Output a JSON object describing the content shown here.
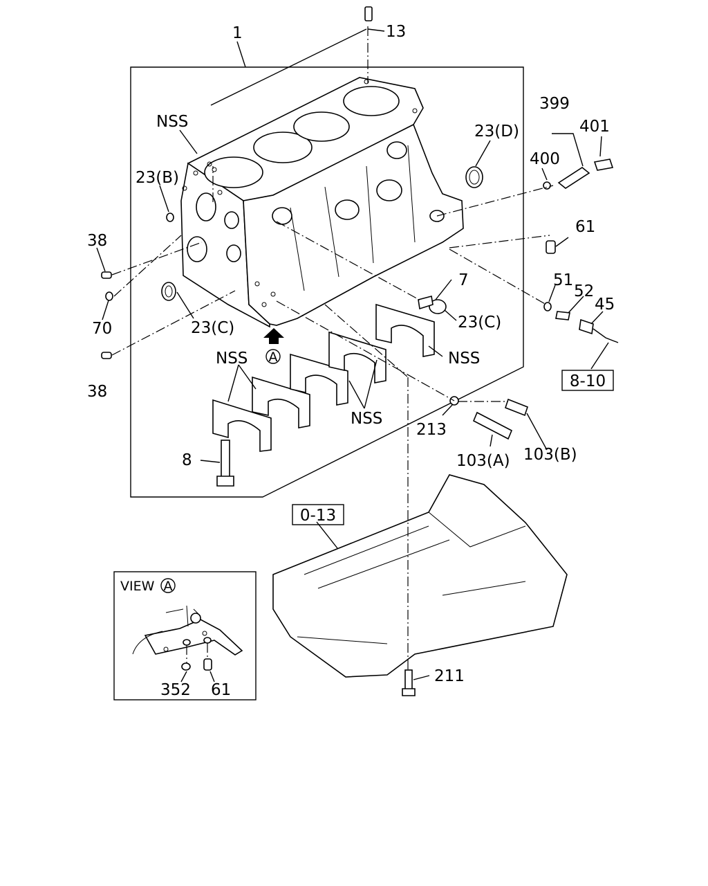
{
  "callouts": {
    "c1": "1",
    "c13": "13",
    "nss_top": "NSS",
    "c23b": "23(B)",
    "c38_top": "38",
    "c70": "70",
    "c38_bot": "38",
    "c23c_left": "23(C)",
    "c23d": "23(D)",
    "c399": "399",
    "c401": "401",
    "c400": "400",
    "c61_top": "61",
    "c7": "7",
    "c23c_right": "23(C)",
    "c51": "51",
    "c52": "52",
    "c45": "45",
    "nss_right": "NSS",
    "nss_left": "NSS",
    "view_a_marker": "A",
    "nss_bottom": "NSS",
    "c213": "213",
    "c103a": "103(A)",
    "c103b": "103(B)",
    "c8": "8",
    "c211": "211"
  },
  "references": {
    "ref_8_10": "8-10",
    "ref_0_13": "0-13"
  },
  "view_inset": {
    "title": "VIEW",
    "marker": "A",
    "c352": "352",
    "c61": "61"
  }
}
